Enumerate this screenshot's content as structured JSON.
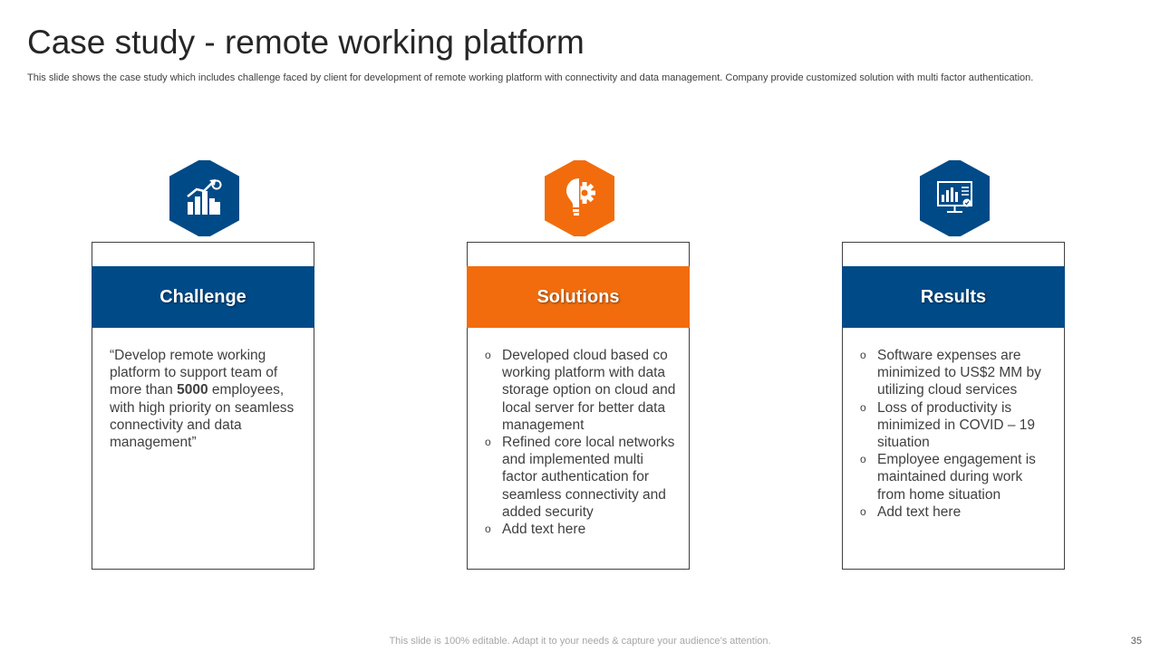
{
  "slide": {
    "title": "Case study - remote working platform",
    "subtitle": "This slide shows the case study which includes challenge faced by client for development of remote working platform with connectivity and data management. Company provide customized solution with multi factor authentication.",
    "footer": "This slide is 100% editable. Adapt it to your needs & capture your audience’s attention.",
    "page_number": "35"
  },
  "colors": {
    "blue": "#004a87",
    "orange": "#f26c0d"
  },
  "columns": [
    {
      "icon": "growth-chart-icon",
      "header": "Challenge",
      "body_parts": [
        "“Develop remote working platform to support team of more than ",
        "5000",
        " employees, with high priority on seamless connectivity and data management”"
      ]
    },
    {
      "icon": "lightbulb-gear-icon",
      "header": "Solutions",
      "bullet_char": "o",
      "bullets": [
        "Developed cloud based co working platform with data storage option on cloud and local server for better data management",
        "Refined core local networks and implemented multi factor authentication for seamless connectivity and added security",
        "Add text here"
      ]
    },
    {
      "icon": "monitor-dashboard-icon",
      "header": "Results",
      "bullet_char": "o",
      "bullets": [
        "Software expenses are minimized to US$2 MM by utilizing cloud services",
        "Loss of productivity is minimized in COVID – 19 situation",
        "Employee engagement is maintained during work from home situation",
        "Add text here"
      ]
    }
  ]
}
